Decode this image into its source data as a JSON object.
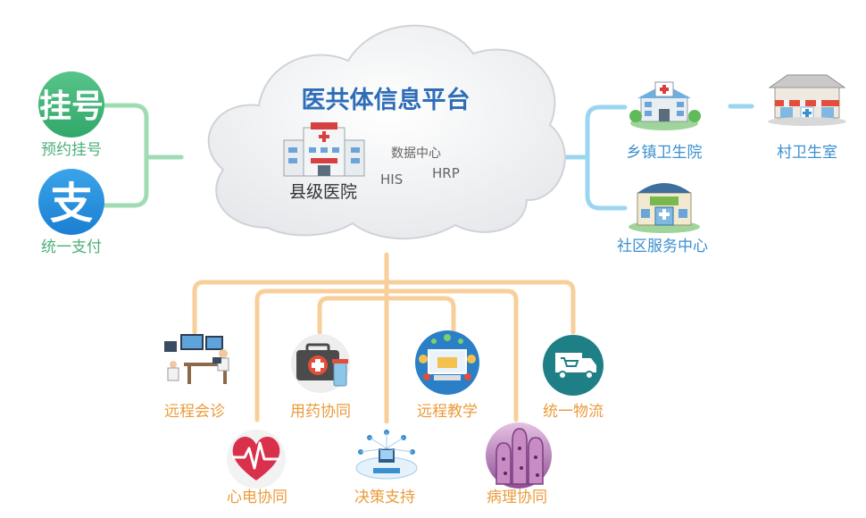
{
  "platform": {
    "title": "医共体信息平台",
    "county_hospital": "县级医院",
    "data_center": "数据中心",
    "his": "HIS",
    "hrp": "HRP"
  },
  "left": {
    "registration": "预约挂号",
    "registration_icon_text": "挂号",
    "payment": "统一支付",
    "payment_icon_text": "支"
  },
  "right": {
    "township": "乡镇卫生院",
    "village": "村卫生室",
    "community": "社区服务中心"
  },
  "services": {
    "remote_consult": "远程会诊",
    "medication": "用药协同",
    "remote_teaching": "远程教学",
    "logistics": "统一物流",
    "ecg": "心电协同",
    "decision": "决策支持",
    "pathology": "病理协同"
  },
  "colors": {
    "green_line": "#9fdcb4",
    "blue_line": "#9ad6f0",
    "orange_line": "#f8cf9a",
    "title_blue": "#2f6db8"
  }
}
